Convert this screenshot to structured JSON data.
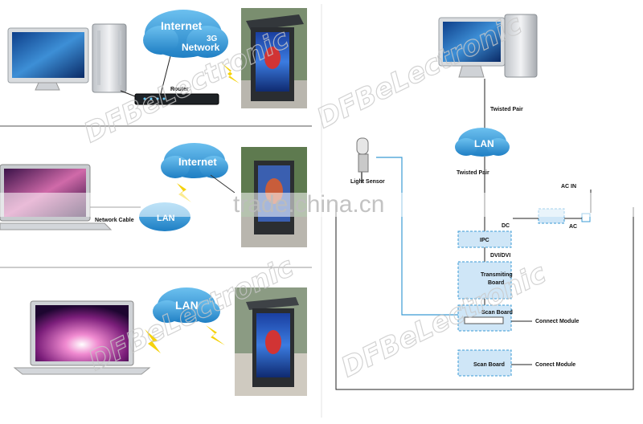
{
  "left": {
    "row1": {
      "cloud_line1": "Internet",
      "cloud_line2": "3G",
      "cloud_line3": "Network",
      "router_label": "Router"
    },
    "row2": {
      "cloud_line1": "Internet",
      "cable_label": "Network Cable",
      "lan_label": "LAN"
    },
    "row3": {
      "cloud_line1": "LAN"
    }
  },
  "right": {
    "twisted_pair_top": "Twisted Pair",
    "lan_cloud": "LAN",
    "twisted_pair_bottom": "Twisted Pair",
    "light_sensor": "Light Sensor",
    "ac_in": "AC IN",
    "dc": "DC",
    "ac": "AC",
    "ipc": "IPC",
    "dvi": "DVI/DVI",
    "transmitting_line1": "Transmiting",
    "transmitting_line2": "Board",
    "scan_board_1": "Scan Board",
    "scan_board_2": "Scan Board",
    "connect_module_1": "Connect Module",
    "connect_module_2": "Conect Module"
  },
  "watermarks": {
    "brand": "DFBeLectronic",
    "site": "trade.china.cn"
  }
}
